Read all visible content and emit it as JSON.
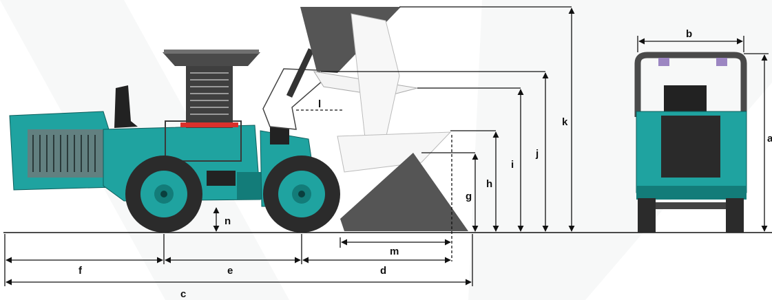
{
  "labels": {
    "a": "a",
    "b": "b",
    "c": "c",
    "d": "d",
    "e": "e",
    "f": "f",
    "g": "g",
    "h": "h",
    "i": "i",
    "j": "j",
    "k": "k",
    "l": "l",
    "m": "m",
    "n": "n"
  },
  "colors": {
    "body": "#1fa3a0",
    "body_dark": "#137c79",
    "tire": "#2b2b2b",
    "bucket": "#555555",
    "canopy": "#4a4a4a",
    "accent_red": "#d9302c",
    "line": "#111111"
  }
}
